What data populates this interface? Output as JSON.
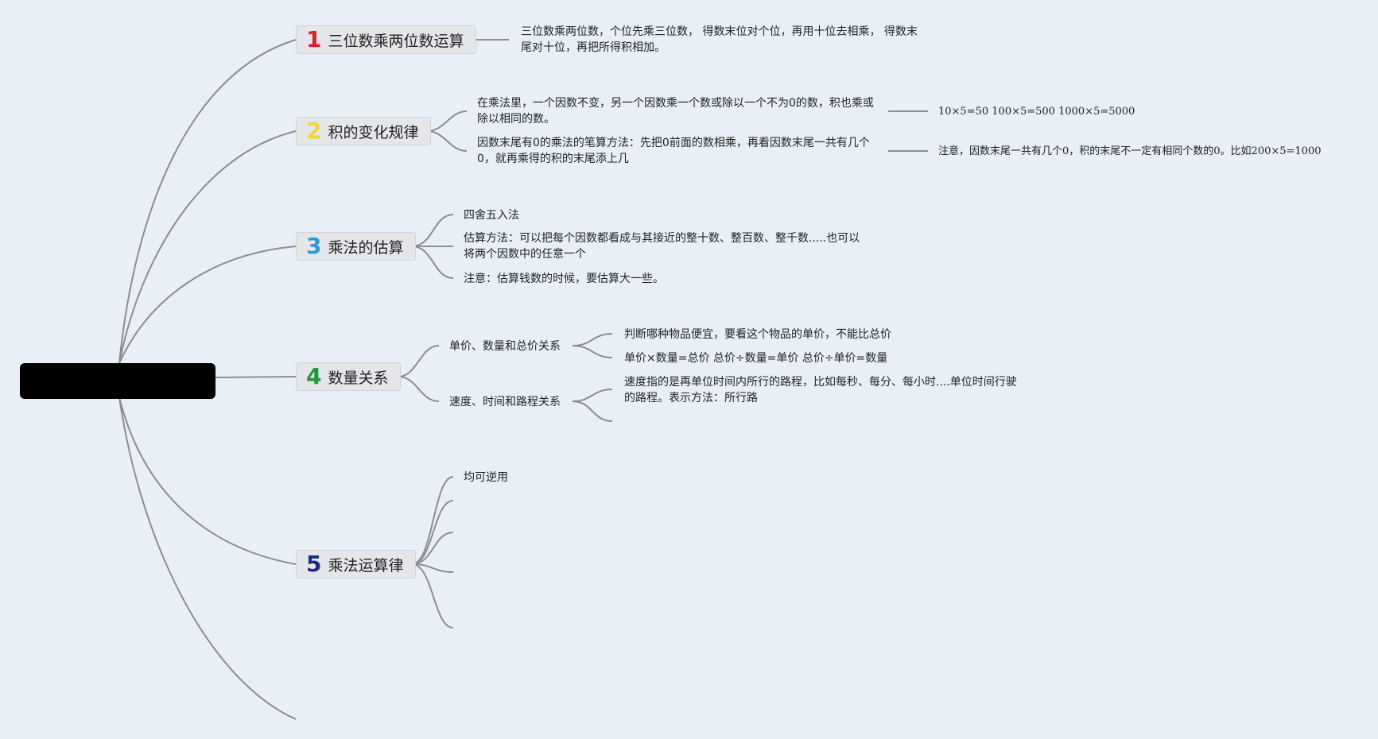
{
  "topics": [
    {
      "num": "1",
      "label": "三位数乘两位数运算",
      "color": "#d6202f"
    },
    {
      "num": "2",
      "label": "积的变化规律",
      "color": "#f2d33c"
    },
    {
      "num": "3",
      "label": "乘法的估算",
      "color": "#2c9bd6"
    },
    {
      "num": "4",
      "label": "数量关系",
      "color": "#1f9a3a"
    },
    {
      "num": "5",
      "label": "乘法运算律",
      "color": "#1c2c7a"
    }
  ],
  "t1": {
    "desc": "三位数乘两位数，个位先乘三位数， 得数末位对个位，再用十位去相乘， 得数末尾对十位，再把所得积相加。"
  },
  "t2": {
    "rule1": "在乘法里，一个因数不变，另一个因数乘一个数或除以一个不为0的数，积也乘或除以相同的数。",
    "rule1_example": "10×5=50 100×5=500 1000×5=5000",
    "rule2": "因数末尾有0的乘法的笔算方法：先把0前面的数相乘，再看因数末尾一共有几个0，就再乘得的积的末尾添上几",
    "rule2_note": "注意，因数末尾一共有几个0，积的末尾不一定有相同个数的0。比如200×5=1000"
  },
  "t3": {
    "item1": "四舍五入法",
    "item2": "估算方法：可以把每个因数都看成与其接近的整十数、整百数、整千数.....也可以将两个因数中的任意一个",
    "item3": "注意：估算钱数的时候，要估算大一些。"
  },
  "t4": {
    "price_group": "单价、数量和总价关系",
    "price_item1": "判断哪种物品便宜，要看这个物品的单价，不能比总价",
    "price_item2": "单价×数量=总价 总价÷数量=单价 总价÷单价=数量",
    "speed_group": "速度、时间和路程关系",
    "speed_item1": "速度指的是再单位时间内所行的路程，比如每秒、每分、每小时....单位时间行驶的路程。表示方法：所行路"
  },
  "t5": {
    "item1": "均可逆用"
  },
  "colors": {
    "background": "#e9eff7",
    "connector": "#8a8f8c",
    "root": "#000000",
    "topic_bg": "#e4e6e9"
  }
}
